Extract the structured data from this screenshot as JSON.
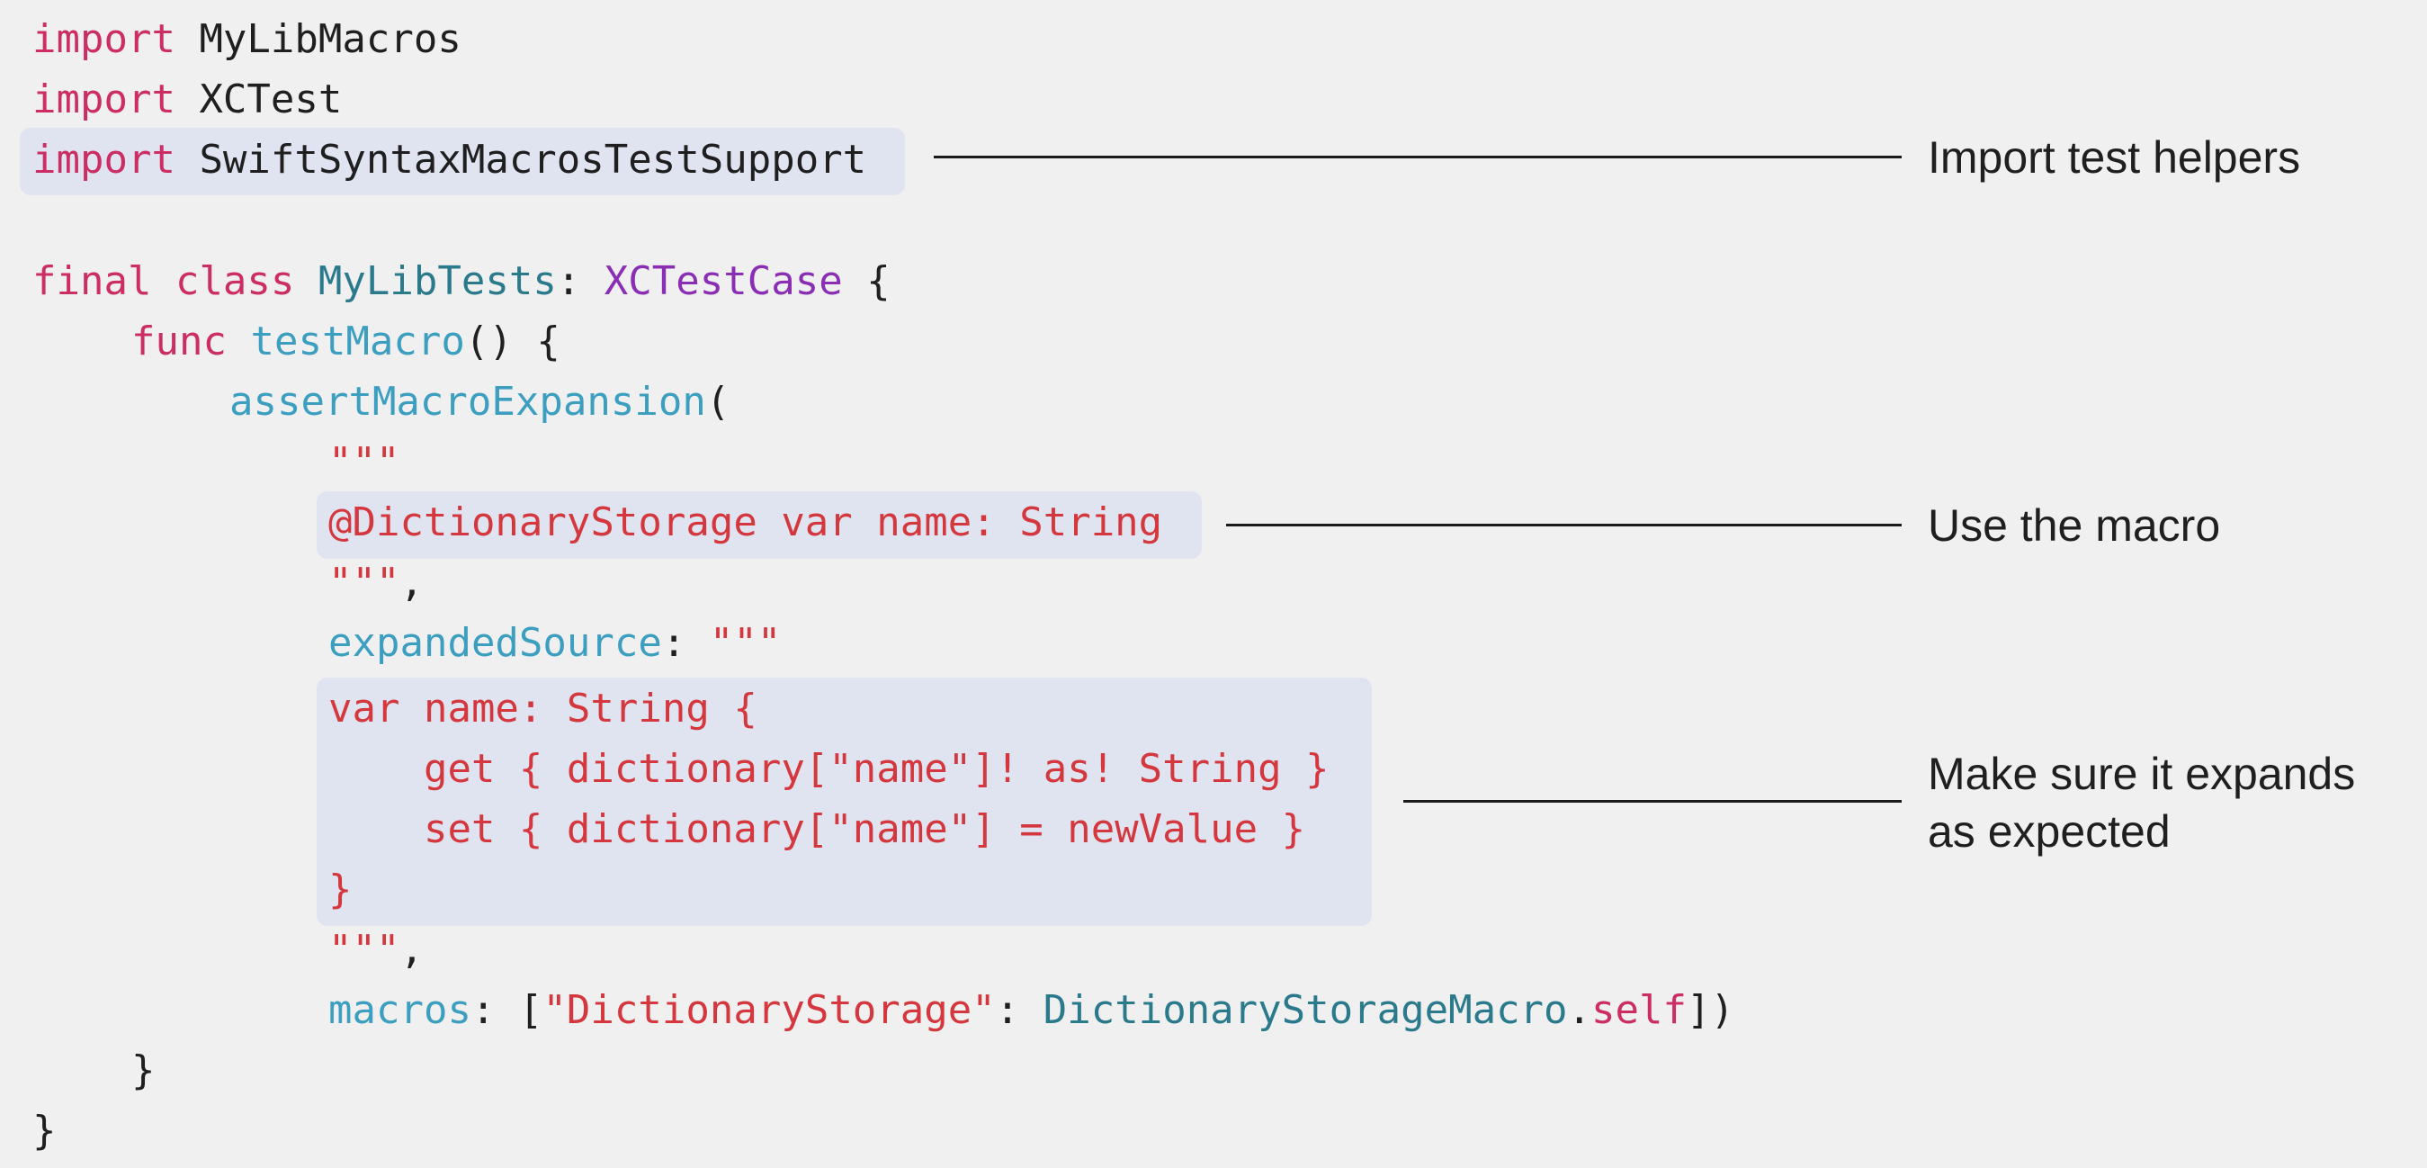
{
  "code": {
    "l1": {
      "kw": "import",
      "rest": " MyLibMacros"
    },
    "l2": {
      "kw": "import",
      "rest": " XCTest"
    },
    "l3": {
      "kw": "import",
      "rest": " SwiftSyntaxMacrosTestSupport"
    },
    "l5": {
      "kw1": "final",
      "sp1": " ",
      "kw2": "class",
      "sp2": " ",
      "name": "MyLibTests",
      "colon": ": ",
      "proto": "XCTestCase",
      "brace": " {"
    },
    "l6": {
      "kw": "func",
      "sp": " ",
      "fn": "testMacro",
      "rest": "() {"
    },
    "l7": {
      "fn": "assertMacroExpansion",
      "rest": "("
    },
    "l8": {
      "str": "\"\"\""
    },
    "l9": {
      "str": "@DictionaryStorage var name: String"
    },
    "l10": {
      "str": "\"\"\"",
      "rest": ","
    },
    "l11": {
      "fn": "expandedSource",
      "colon": ": ",
      "str": "\"\"\""
    },
    "l12": {
      "str": "var name: String {"
    },
    "l13": {
      "str": "    get { dictionary[\"name\"]! as! String }"
    },
    "l14": {
      "str": "    set { dictionary[\"name\"] = newValue }"
    },
    "l15": {
      "str": "}"
    },
    "l16": {
      "str": "\"\"\"",
      "rest": ","
    },
    "l17": {
      "fn": "macros",
      "p1": ": [",
      "str": "\"DictionaryStorage\"",
      "p2": ": ",
      "type": "DictionaryStorageMacro",
      "dot": ".",
      "kw": "self",
      "p3": "])"
    },
    "l18": {
      "rest": "}"
    },
    "l19": {
      "rest": "}"
    }
  },
  "annotations": {
    "import_helpers": "Import test helpers",
    "use_macro": "Use the macro",
    "expands_line1": "Make sure it expands",
    "expands_line2": "as expected"
  }
}
